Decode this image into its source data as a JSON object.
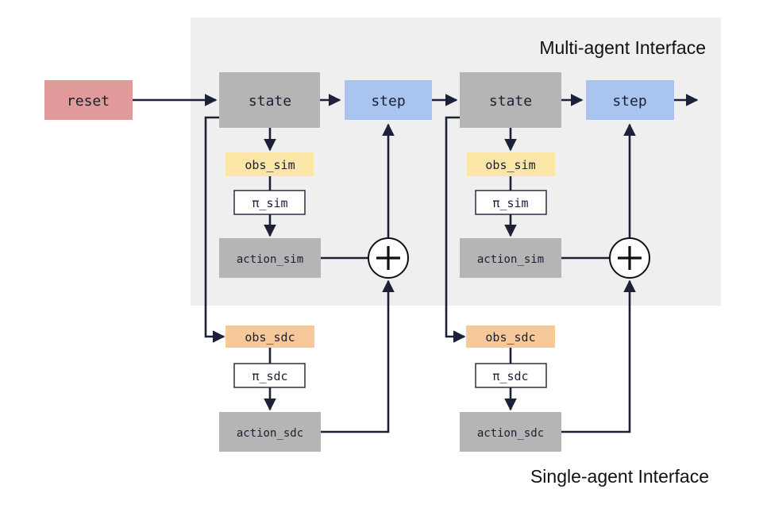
{
  "regions": {
    "multi_agent_label": "Multi-agent Interface",
    "single_agent_label": "Single-agent Interface"
  },
  "nodes": {
    "reset": "reset",
    "state": "state",
    "step": "step",
    "obs_sim": "obs_sim",
    "pi_sim": "π_sim",
    "action_sim": "action_sim",
    "obs_sdc": "obs_sdc",
    "pi_sdc": "π_sdc",
    "action_sdc": "action_sdc"
  },
  "colors": {
    "multi_agent_region": "#efefef",
    "reset": "#e09a9a",
    "state": "#b5b5b5",
    "step": "#a9c4ef",
    "obs_sim": "#fbe6a8",
    "obs_sdc": "#f7c99a",
    "policy": "#ffffff",
    "action": "#b5b5b5",
    "edge": "#1d2138"
  },
  "icons": {
    "sum_junction": "circle-plus-icon",
    "arrowhead": "arrowhead-icon"
  }
}
